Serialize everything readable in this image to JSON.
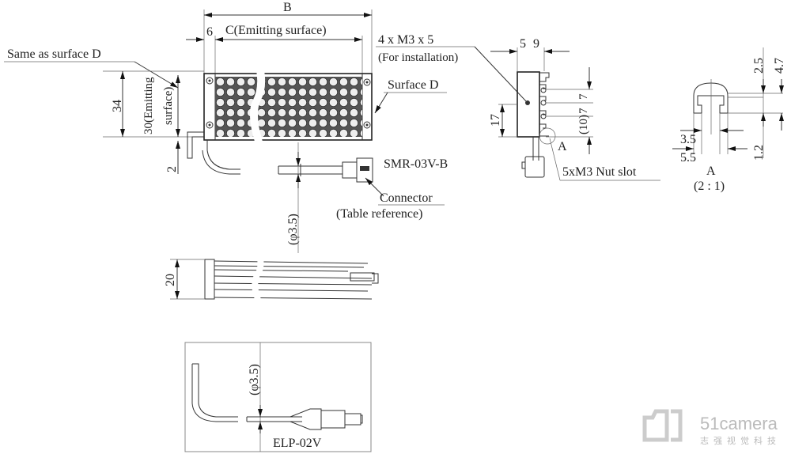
{
  "front_view": {
    "dim_b": "B",
    "dim_6": "6",
    "dim_c": "C(Emitting surface)",
    "same_as_surface_d": "Same as surface D",
    "surface_d": "Surface D",
    "dim_34": "34",
    "dim_30_line1": "30(Emitting",
    "dim_30_line2": "surface)",
    "dim_2": "2",
    "cable_diameter": "(φ3.5)",
    "connector_model": "SMR-03V-B",
    "connector_label": "Connector",
    "connector_note": "(Table reference)"
  },
  "side_view": {
    "mount_spec": "4 x M3 x 5",
    "mount_note": "(For installation)",
    "dim_5": "5",
    "dim_9": "9",
    "dim_17": "17",
    "dim_10": "(10)",
    "dim_7a": "7",
    "dim_7b": "7",
    "detail_ref": "A",
    "nut_slot": "5xM3 Nut slot"
  },
  "detail_a": {
    "dim_3_5": "3.5",
    "dim_5_5": "5.5",
    "dim_2_5": "2.5",
    "dim_4_7": "4.7",
    "dim_1_2": "1.2",
    "title": "A",
    "scale": "(2 : 1)"
  },
  "bottom_view": {
    "dim_20": "20"
  },
  "cable_option": {
    "cable_diameter": "(φ3.5)",
    "connector_model": "ELP-02V"
  },
  "watermark": {
    "brand": "51camera",
    "subtitle": "志强视觉科技"
  }
}
